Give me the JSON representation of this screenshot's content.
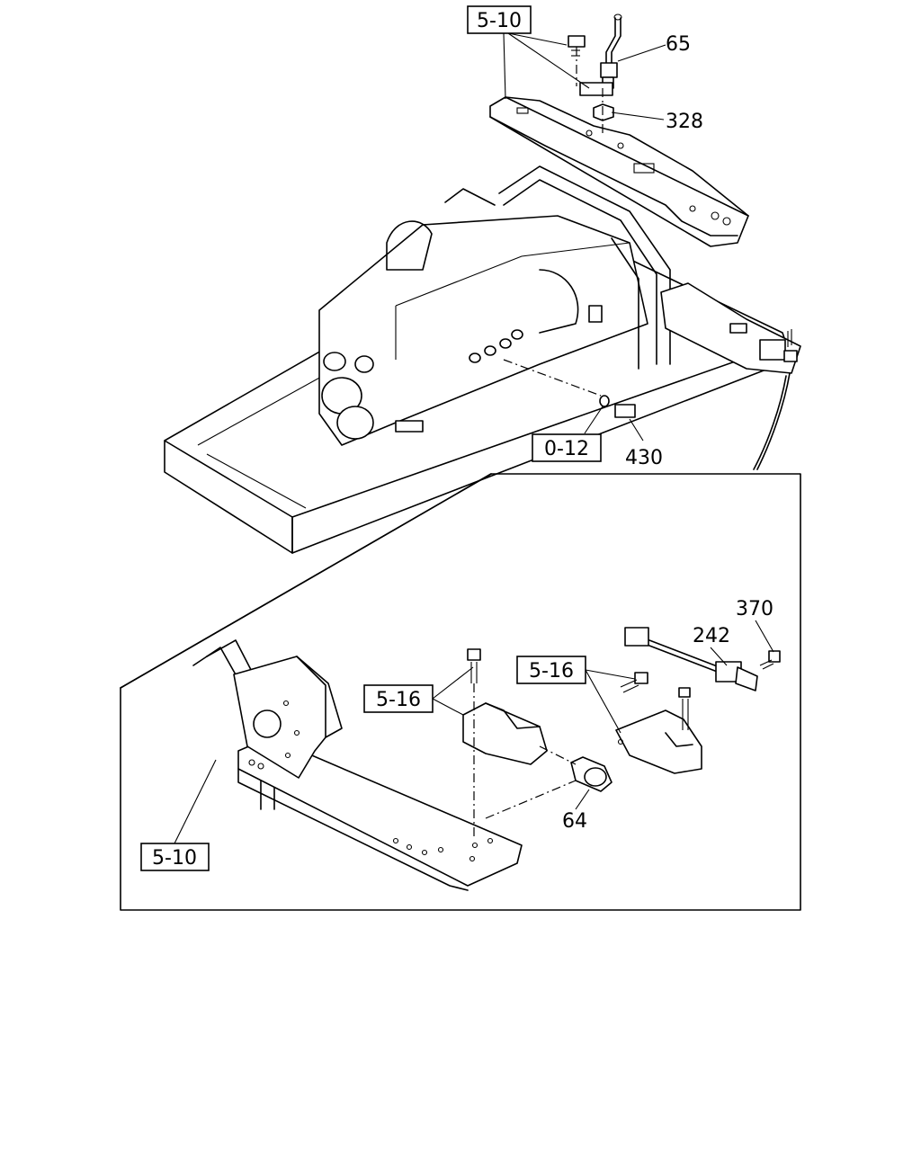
{
  "callouts": {
    "ref_5_10_top": "5-10",
    "part_65": "65",
    "part_328": "328",
    "ref_0_12": "0-12",
    "part_430": "430",
    "part_370": "370",
    "part_242": "242",
    "ref_5_16_right": "5-16",
    "ref_5_16_left": "5-16",
    "part_64": "64",
    "ref_5_10_bottom": "5-10"
  }
}
